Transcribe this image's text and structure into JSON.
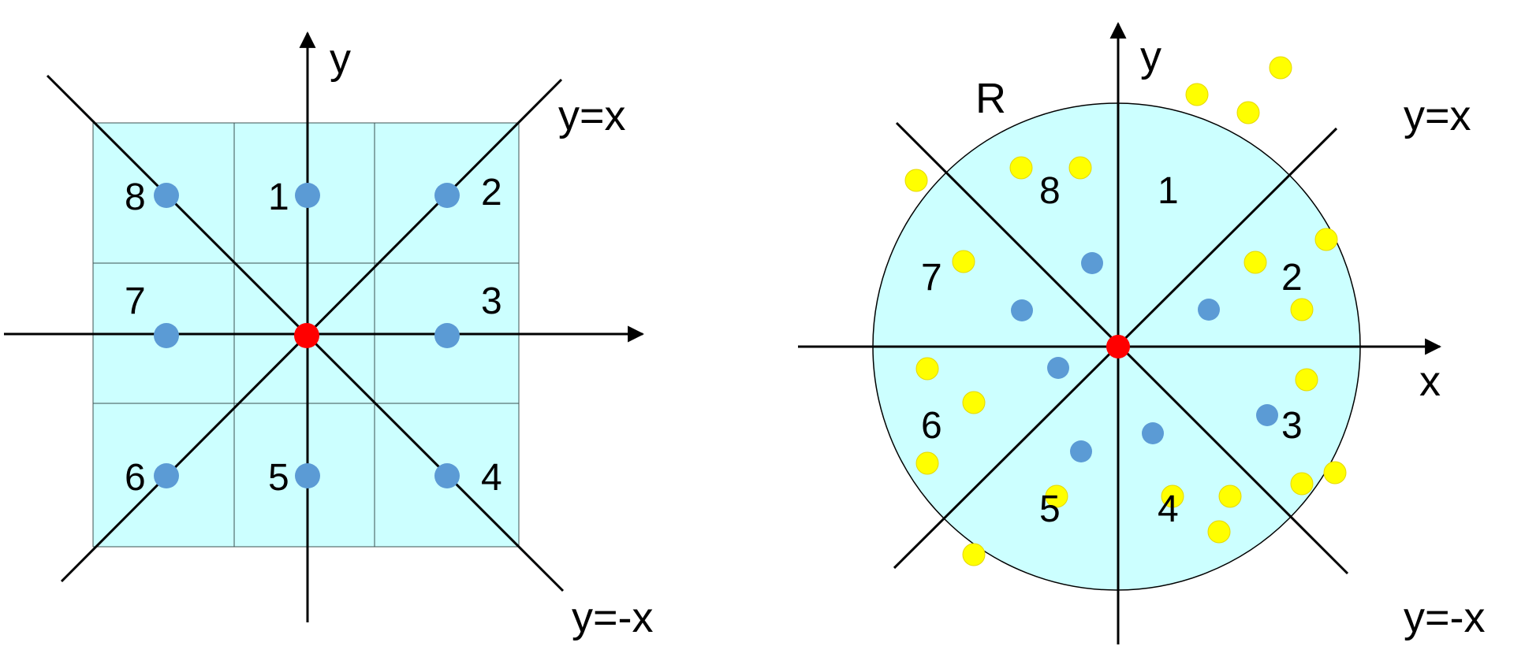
{
  "colors": {
    "fill": "#CCFFFF",
    "grid_stroke": "#3d5050",
    "axis": "#000000",
    "center": "#FF0000",
    "blue_point": "#5B9BD5",
    "yellow_point": "#FFFF00",
    "yellow_stroke": "#E6D800"
  },
  "left": {
    "axis_y_label": "y",
    "diag_pos_label": "y=x",
    "diag_neg_label": "y=-x",
    "neighbors": [
      {
        "label": "1"
      },
      {
        "label": "2"
      },
      {
        "label": "3"
      },
      {
        "label": "4"
      },
      {
        "label": "5"
      },
      {
        "label": "6"
      },
      {
        "label": "7"
      },
      {
        "label": "8"
      }
    ]
  },
  "right": {
    "axis_y_label": "y",
    "axis_x_label": "x",
    "radius_label": "R",
    "diag_pos_label": "y=x",
    "diag_neg_label": "y=-x",
    "sectors": [
      {
        "label": "1"
      },
      {
        "label": "2"
      },
      {
        "label": "3"
      },
      {
        "label": "4"
      },
      {
        "label": "5"
      },
      {
        "label": "6"
      },
      {
        "label": "7"
      },
      {
        "label": "8"
      }
    ]
  }
}
